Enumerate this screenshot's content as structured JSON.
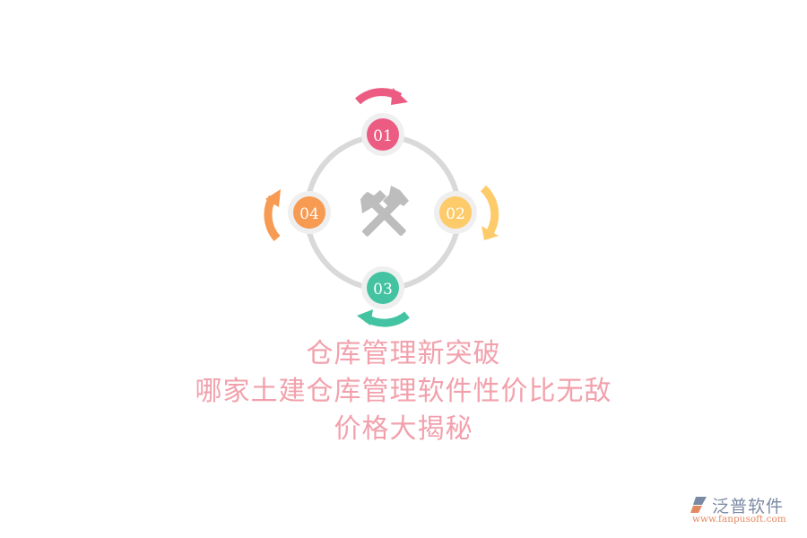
{
  "diagram": {
    "center_icon": "crossed-hammers-icon",
    "ring_color": "#d9d9d9",
    "node_halo_color": "#efeff0",
    "steps": [
      {
        "label": "01",
        "color": "#ec5b82",
        "arrow": "clockwise-arrow-top"
      },
      {
        "label": "02",
        "color": "#fdcb6a",
        "arrow": "clockwise-arrow-right"
      },
      {
        "label": "03",
        "color": "#43c3a1",
        "arrow": "clockwise-arrow-bottom"
      },
      {
        "label": "04",
        "color": "#f79a52",
        "arrow": "clockwise-arrow-left"
      }
    ]
  },
  "title": {
    "line1": "仓库管理新突破",
    "line2": "哪家土建仓库管理软件性价比无敌",
    "line3": "价格大揭秘",
    "color": "#f2a1ac"
  },
  "logo": {
    "name": "泛普软件",
    "url": "www.fanpusoft.com"
  }
}
